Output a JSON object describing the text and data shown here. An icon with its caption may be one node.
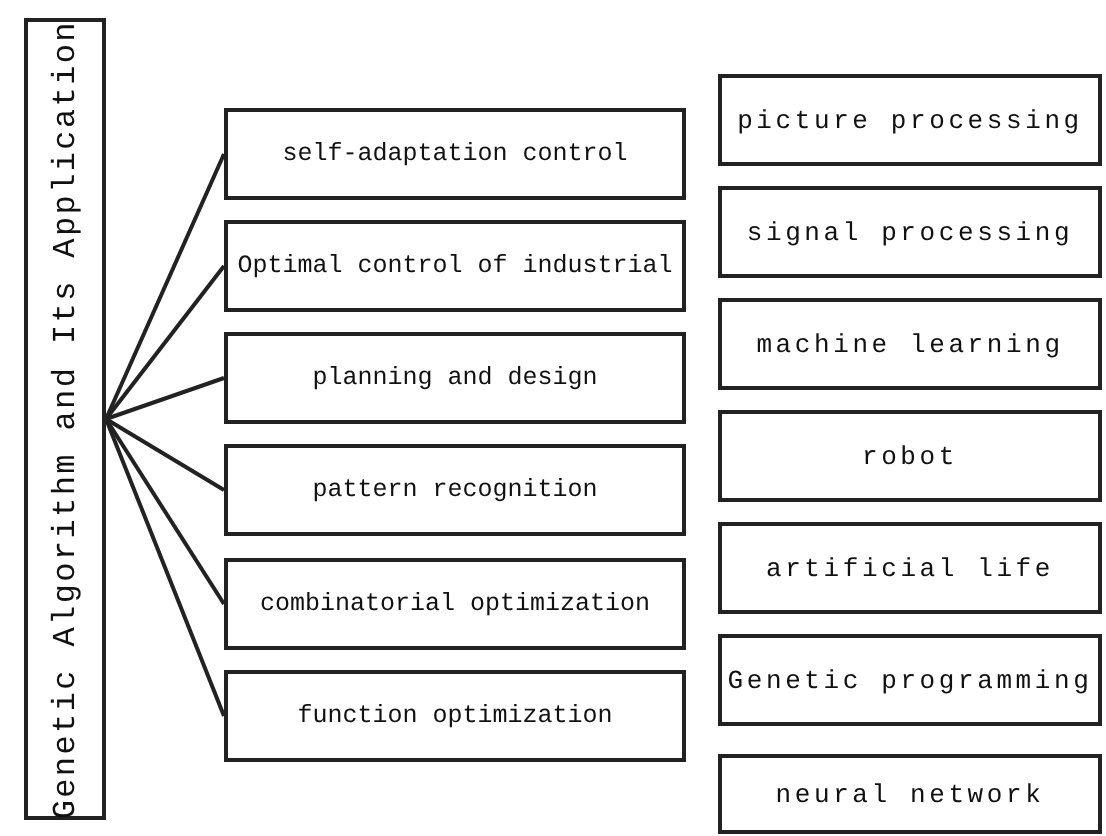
{
  "diagram": {
    "nodes": [
      {
        "text": [
          "Genetic Algorithm and Its Application"
        ]
      },
      {
        "text": [
          "self-adaptation control"
        ]
      },
      {
        "text": [
          "Optimal control of industrial"
        ]
      },
      {
        "text": [
          "planning and design"
        ]
      },
      {
        "text": [
          "pattern recognition"
        ]
      },
      {
        "text": [
          "combinatorial optimization"
        ]
      },
      {
        "text": [
          "function optimization"
        ]
      },
      {
        "text": [
          "picture processing"
        ]
      },
      {
        "text": [
          "signal processing"
        ]
      },
      {
        "text": [
          "machine learning"
        ]
      },
      {
        "text": [
          "robot"
        ]
      },
      {
        "text": [
          "artificial life"
        ]
      },
      {
        "text": [
          "Genetic programming"
        ]
      },
      {
        "text": [
          "neural network"
        ]
      }
    ],
    "edges": [
      {
        "from": 0,
        "to": 1,
        "arrow": "none"
      },
      {
        "from": 0,
        "to": 2,
        "arrow": "none"
      },
      {
        "from": 0,
        "to": 3,
        "arrow": "none"
      },
      {
        "from": 0,
        "to": 4,
        "arrow": "none"
      },
      {
        "from": 0,
        "to": 5,
        "arrow": "none"
      },
      {
        "from": 0,
        "to": 6,
        "arrow": "none"
      }
    ]
  }
}
